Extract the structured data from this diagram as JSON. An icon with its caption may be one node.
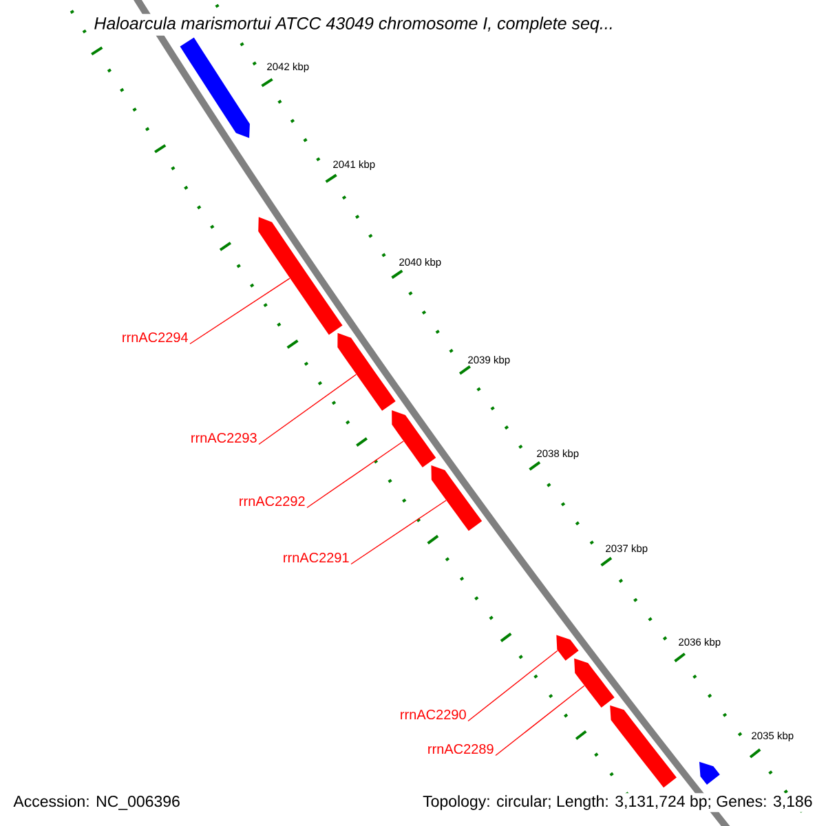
{
  "diagram": {
    "title": "Haloarcula marismortui ATCC 43049 chromosome I, complete seq...",
    "nodes": [
      {
        "text": [],
        "shape": "arrow"
      },
      {
        "text": [],
        "shape": "arrow"
      },
      {
        "text": [],
        "shape": "arrow"
      },
      {
        "text": [],
        "shape": "arrow"
      },
      {
        "text": [],
        "shape": "arrow"
      },
      {
        "text": [],
        "shape": "arrow"
      },
      {
        "text": [],
        "shape": "arrow"
      },
      {
        "text": [],
        "shape": "arrow"
      },
      {
        "text": [],
        "shape": "arrow"
      },
      {
        "text": [
          "rrnAC2294"
        ]
      },
      {
        "text": [
          "rrnAC2293"
        ]
      },
      {
        "text": [
          "rrnAC2292"
        ]
      },
      {
        "text": [
          "rrnAC2291"
        ]
      },
      {
        "text": [
          "rrnAC2290"
        ]
      },
      {
        "text": [
          "rrnAC2289"
        ]
      }
    ],
    "edges": [
      {
        "from": 9,
        "to": 1,
        "arrow": "none"
      },
      {
        "from": 10,
        "to": 2,
        "arrow": "none"
      },
      {
        "from": 11,
        "to": 3,
        "arrow": "none"
      },
      {
        "from": 12,
        "to": 4,
        "arrow": "none"
      },
      {
        "from": 13,
        "to": 5,
        "arrow": "none"
      },
      {
        "from": 14,
        "to": 6,
        "arrow": "none"
      }
    ],
    "labels": [
      "2042 kbp",
      "2041 kbp",
      "2040 kbp",
      "2039 kbp",
      "2038 kbp",
      "2037 kbp",
      "2036 kbp",
      "2035 kbp",
      "Accession: NC_006396",
      "Topology: circular; Length: 3,131,724 bp; Genes: 3,186"
    ]
  }
}
